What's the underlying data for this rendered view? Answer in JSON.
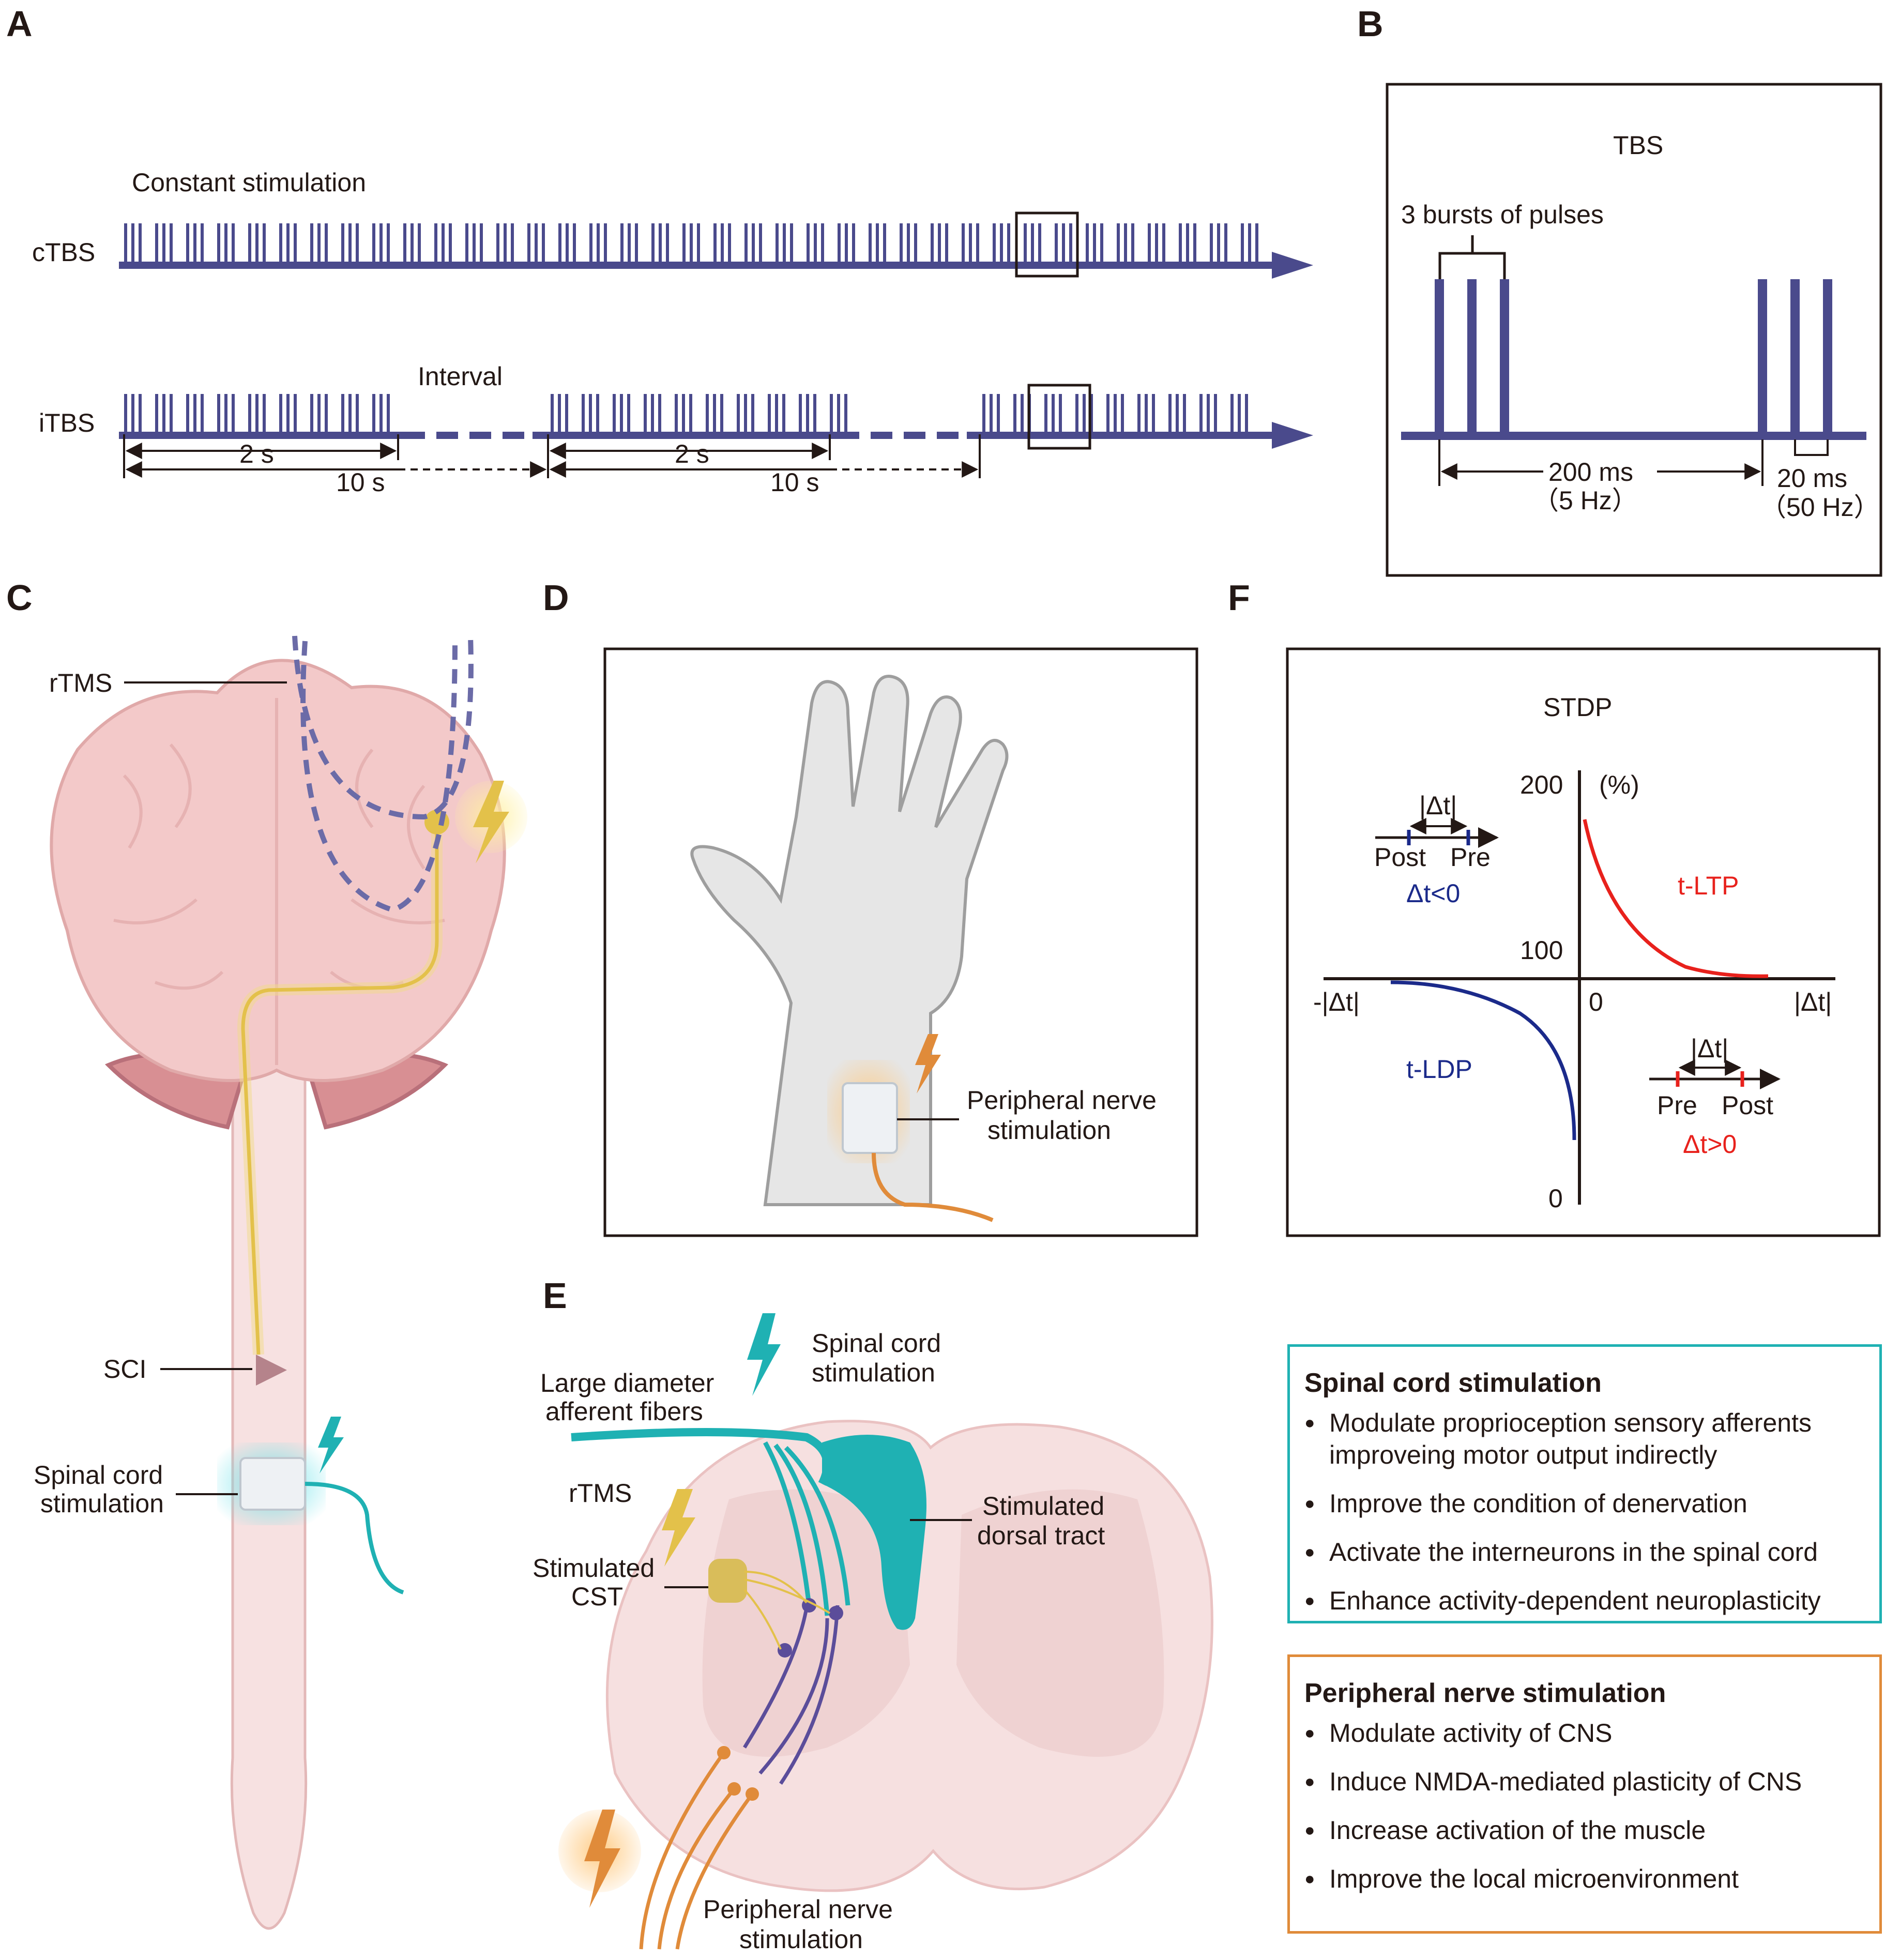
{
  "panels": {
    "a": {
      "letter": "A",
      "constant_label": "Constant stimulation",
      "ctbs_label": "cTBS",
      "itbs_label": "iTBS",
      "interval_label": "Interval",
      "two_s_1": "2 s",
      "ten_s_1": "10 s",
      "two_s_2": "2 s",
      "ten_s_2": "10 s"
    },
    "b": {
      "letter": "B",
      "title": "TBS",
      "bursts_label": "3 bursts of pulses",
      "ms200": "200 ms",
      "hz5": "（5 Hz）",
      "ms20": "20 ms",
      "hz50": "（50 Hz）"
    },
    "c": {
      "letter": "C",
      "rtms": "rTMS",
      "sci": "SCI",
      "scs_line1": "Spinal cord",
      "scs_line2": "stimulation"
    },
    "d": {
      "letter": "D",
      "pns_line1": "Peripheral nerve",
      "pns_line2": "stimulation"
    },
    "e": {
      "letter": "E",
      "scs_line1": "Spinal cord",
      "scs_line2": "stimulation",
      "fibers_line1": "Large diameter",
      "fibers_line2": "afferent fibers",
      "rtms": "rTMS",
      "cst_line1": "Stimulated",
      "cst_line2": "CST",
      "dorsal_line1": "Stimulated",
      "dorsal_line2": "dorsal tract",
      "pns_line1": "Peripheral nerve",
      "pns_line2": "stimulation"
    },
    "f": {
      "letter": "F",
      "title": "STDP",
      "y200": "200",
      "y_unit": "(%)",
      "y100": "100",
      "y0": "0",
      "x0": "0",
      "x_neg": "-|Δt|",
      "x_pos": "|Δt|",
      "ltp": "t-LTP",
      "ldp": "t-LDP",
      "left_dt": "|Δt|",
      "left_post": "Post",
      "left_pre": "Pre",
      "left_cond": "Δt<0",
      "right_dt": "|Δt|",
      "right_pre": "Pre",
      "right_post": "Post",
      "right_cond": "Δt>0"
    }
  },
  "scs_box": {
    "title": "Spinal cord stimulation",
    "items": [
      "Modulate proprioception sensory afferents improveing motor output indirectly",
      "Improve the condition of denervation",
      "Activate the interneurons in the spinal cord",
      "Enhance activity-dependent neuroplasticity"
    ]
  },
  "pns_box": {
    "title": "Peripheral nerve stimulation",
    "items": [
      "Modulate activity of CNS",
      "Induce NMDA-mediated plasticity of CNS",
      "Increase activation of the muscle",
      "Improve the local microenvironment"
    ]
  },
  "colors": {
    "pulse": "#4a4a8c",
    "teal": "#1fb1b3",
    "orange": "#e08b3a",
    "ltp": "#e8211c",
    "ldp": "#1b2a8a",
    "brain": "#f3c9c9",
    "yellow": "#e3c14a"
  }
}
